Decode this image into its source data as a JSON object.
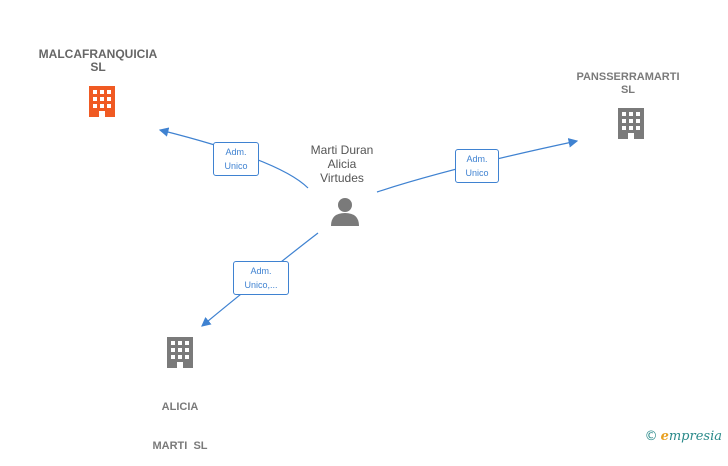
{
  "nodes": {
    "main_company": {
      "line1": "MALCAFRANQUICIA",
      "line2": "SL",
      "color": "#f05a23"
    },
    "person": {
      "line1": "Marti Duran",
      "line2": "Alicia",
      "line3": "Virtudes",
      "color": "#7a7a7a"
    },
    "company_right": {
      "line1": "PANSSERRAMARTI",
      "line2": "SL",
      "color": "#7a7a7a"
    },
    "company_bottom": {
      "line1": "ALICIA",
      "line2": "MARTI  SL",
      "color": "#7a7a7a"
    }
  },
  "relations": {
    "to_main": {
      "line1": "Adm.",
      "line2": "Unico"
    },
    "to_right": {
      "line1": "Adm.",
      "line2": "Unico"
    },
    "to_bottom": {
      "line1": "Adm.",
      "line2": "Unico,..."
    }
  },
  "edge_color": "#3f82d1",
  "brand": {
    "copyright": "©",
    "initial": "e",
    "rest": "mpresia"
  }
}
